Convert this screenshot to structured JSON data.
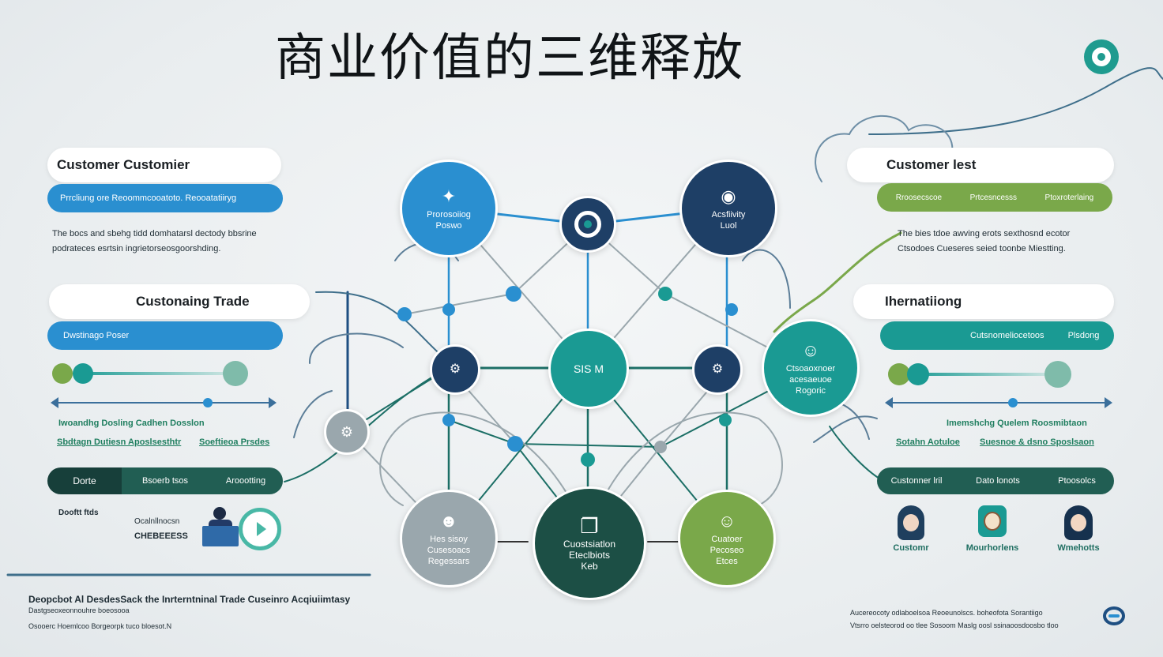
{
  "title": "商业价值的三维释放",
  "colors": {
    "blue": "#2a8fd0",
    "teal": "#1a9a93",
    "green": "#7aa84a",
    "navy": "#1e3f66",
    "dark_green": "#1c4f45",
    "gray": "#9aa7ad"
  },
  "left": {
    "card1": {
      "title": "Customer Customier",
      "pill": "Prrcliung ore Reoommcooatoto. Reooatatiiryg",
      "text_lines": [
        "The bocs and sbehg tidd domhatarsl dectody bbsrine",
        "podrateces esrtsin ingrietorseosgoorshding."
      ]
    },
    "card2": {
      "title": "Custonaing Trade",
      "pill": "Dwstinago Poser",
      "links": [
        "Iwoandhg Dosling Cadhen Dosslon",
        "Sbdtagn Dutiesn Aposlsesthtr",
        "Soeftieoa Prsdes"
      ]
    },
    "bar": {
      "segments": [
        "Dorte",
        "Bsoerb tsos",
        "Aroootting"
      ]
    },
    "footer_label": "Dooftt ftds",
    "person_lines": [
      "Ocalnllnocsn",
      "CHEBEEESS"
    ]
  },
  "right": {
    "card1": {
      "title": "Customer lest",
      "pill": [
        "Rroosecscoe",
        "Prtcesncesss",
        "Ptoxroterlaing"
      ],
      "text_lines": [
        "The bies tdoe awving erots sexthosnd ecotor",
        "Ctsodoes Cueseres seied toonbe Miestting."
      ]
    },
    "card2": {
      "title": "Ihernatiiong",
      "pill": [
        "Cutsnomeliocetoos",
        "Plsdong"
      ],
      "links": [
        "Imemshchg Quelem Roosmibtaon",
        "Sotahn Aotuloe",
        "Suesnoe & dsno Sposlsaon"
      ]
    },
    "bar": {
      "segments": [
        "Custonner lril",
        "Dato lonots",
        "Ptoosolcs"
      ]
    },
    "avatars": [
      "Customr",
      "Mourhorlens",
      "Wmehotts"
    ]
  },
  "nodes": {
    "top_left": [
      "Prorosoiiog",
      "Poswo"
    ],
    "top_right": [
      "Acsfiivity",
      "Luol"
    ],
    "center": "SIS M",
    "right_big": [
      "Ctsoaoxnoer",
      "acesaeuoe",
      "Rogoric"
    ],
    "bottom_left": [
      "Hes sisoy",
      "Cusesoacs",
      "Regessars"
    ],
    "bottom_center": [
      "Cuostsiatlon",
      "Eteclbiots",
      "Keb"
    ],
    "bottom_right": [
      "Cuatoer",
      "Pecoseo",
      "Etces"
    ]
  },
  "footer": {
    "left_heading": "Deopcbot Al DesdesSack the Inrterntninal Trade Cuseinro Acqiuiimtasy",
    "left_lines": [
      "Dastgseoxeonnouhre boeosooa",
      "Osooerc Hoemlcoo Borgeorpk tuco bloesot.N"
    ],
    "right_lines": [
      "Aucereocoty odlaboelsoa Reoeunolscs. boheofota Sorantiigo",
      "Vtsrro oelsteorod oo tlee Sosoom Maslg oosl ssinaoosdoosbo tloo"
    ]
  }
}
